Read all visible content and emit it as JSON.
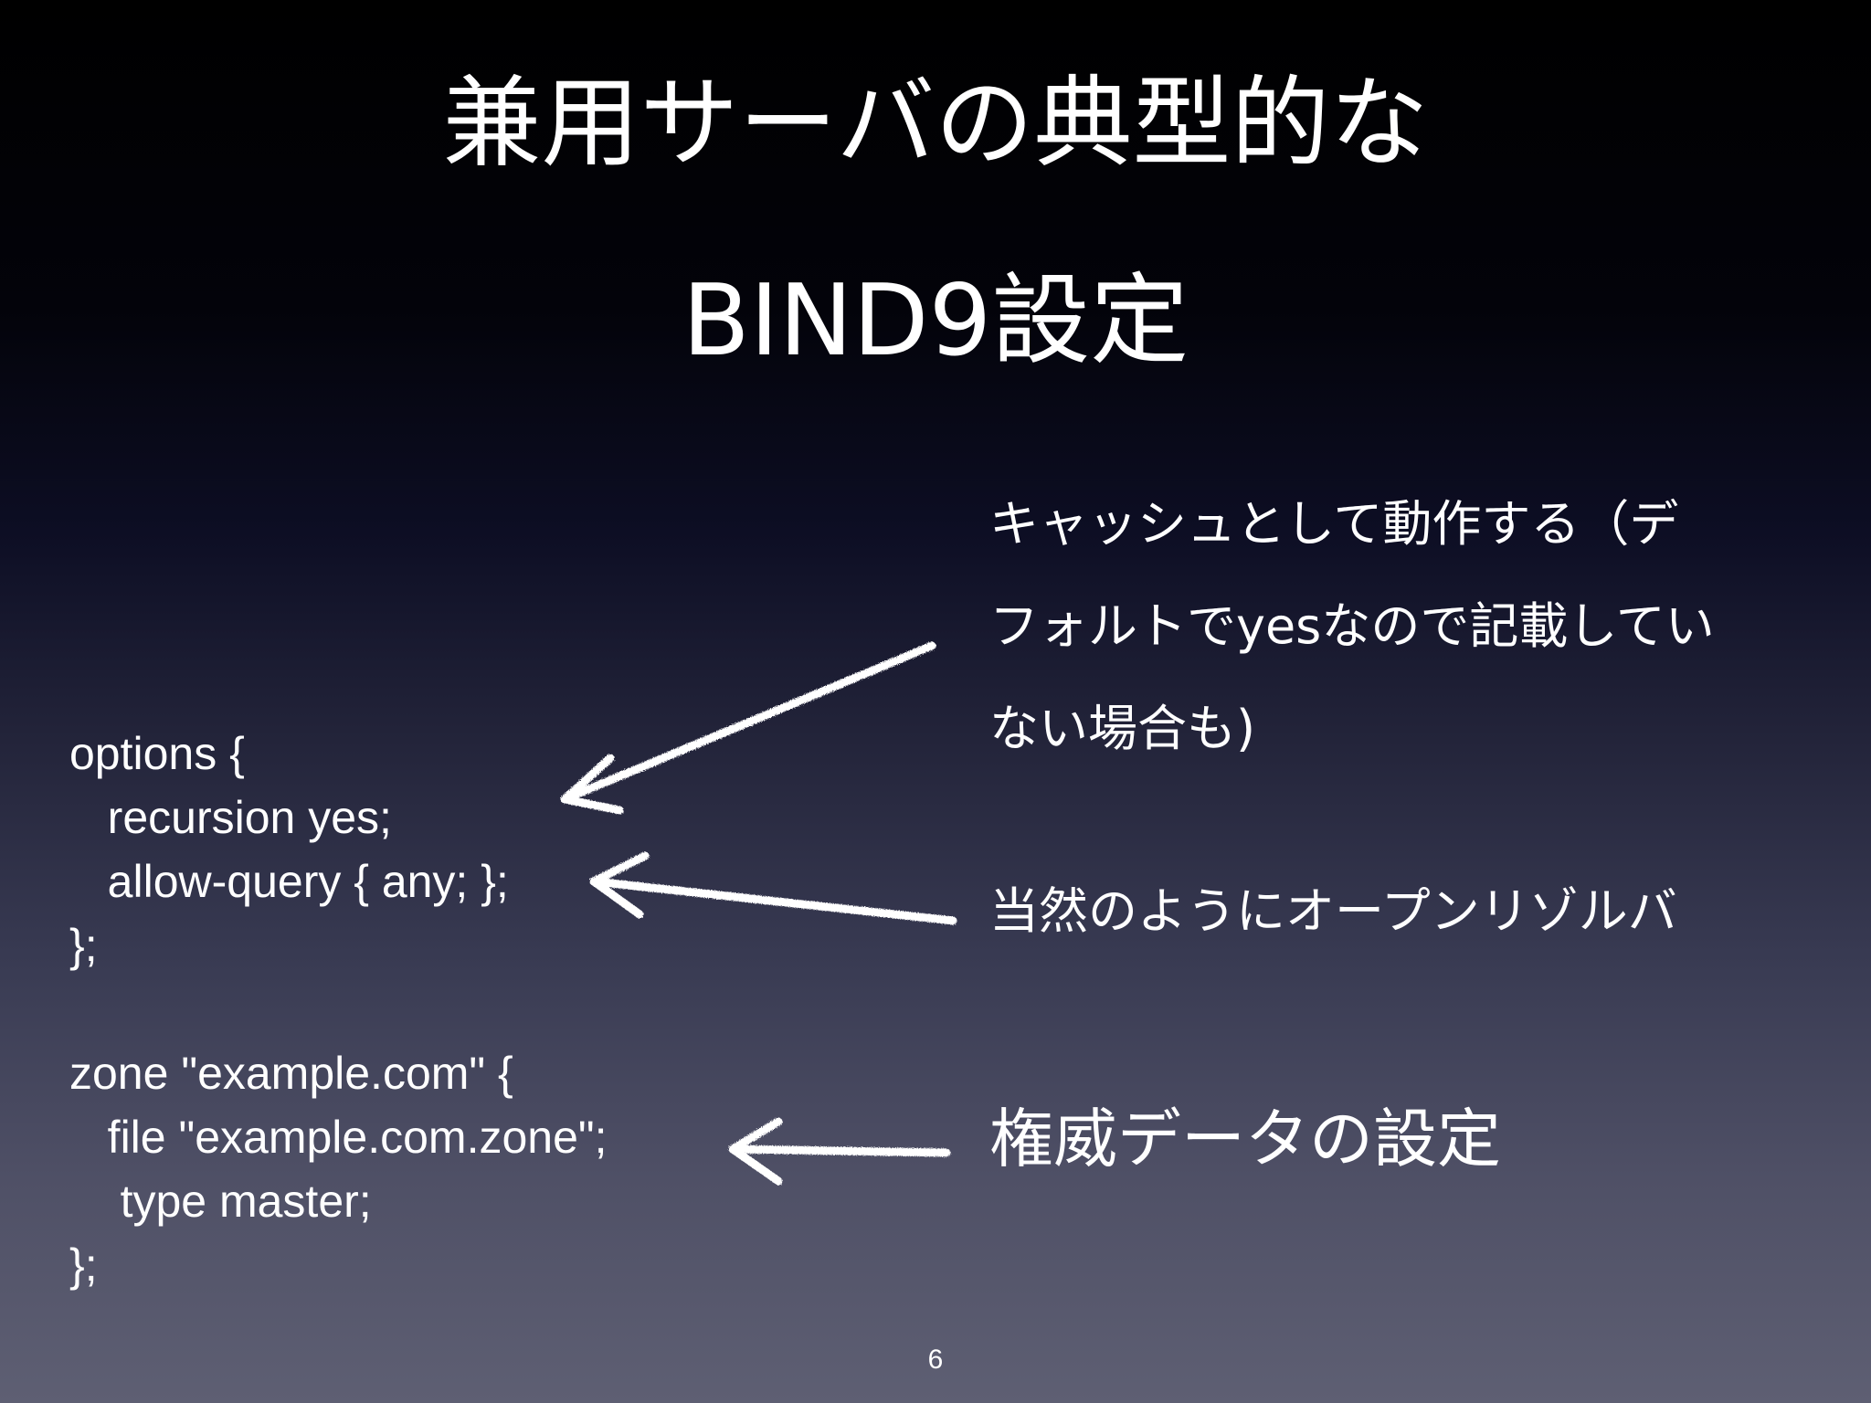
{
  "slide": {
    "title_line1": "兼用サーバの典型的な",
    "title_line2": "BIND9設定",
    "page_number": "6"
  },
  "code": {
    "options_block": "options {\n   recursion yes;\n   allow-query { any; };\n};",
    "zone_block": "zone \"example.com\" {\n   file \"example.com.zone\";\n    type master;\n};"
  },
  "annotations": {
    "cache_note": "キャッシュとして動作する（デ\nフォルトでyesなので記載してい\nない場合も)",
    "open_resolver_note": "当然のようにオープンリゾルバ",
    "authority_note": "権威データの設定"
  },
  "colors": {
    "text": "#ffffff",
    "background_top": "#000000",
    "background_bottom": "#5e5f73"
  },
  "icons": [
    "chalk-arrow-icon",
    "chalk-arrow-icon",
    "chalk-arrow-icon"
  ]
}
